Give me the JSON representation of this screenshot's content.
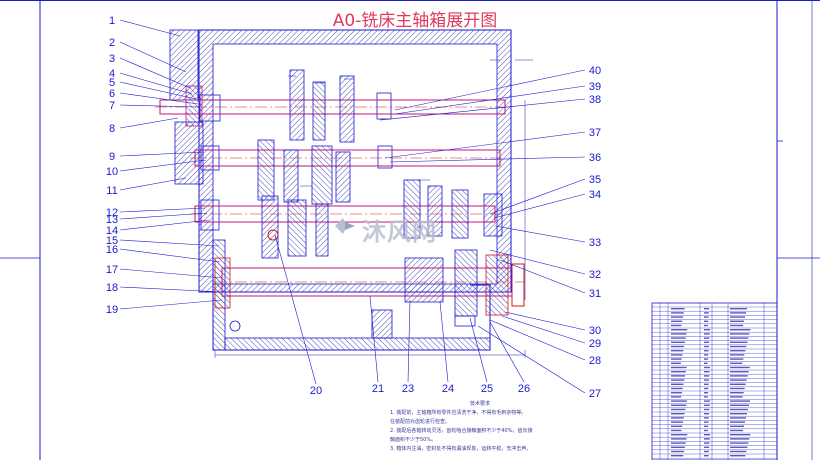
{
  "title": "A0-铣床主轴箱展开图",
  "watermark": "沐风网",
  "left_labels": [
    "1",
    "2",
    "3",
    "4",
    "5",
    "6",
    "7",
    "8",
    "9",
    "10",
    "11",
    "12",
    "13",
    "14",
    "15",
    "16",
    "17",
    "18",
    "19"
  ],
  "right_labels": [
    "40",
    "39",
    "38",
    "37",
    "36",
    "35",
    "34",
    "33",
    "32",
    "31",
    "30",
    "29",
    "28",
    "27"
  ],
  "bottom_labels": [
    "20",
    "21",
    "23",
    "24",
    "25",
    "26"
  ],
  "notes_heading": "技术要求",
  "notes": [
    "1. 装配前，主轴箱所有零件应清洗干净，不得有毛刺杂物等。",
    "   在装配前对齿轮进行检查。",
    "2. 装配后各轴转动灵活，齿轮啮合接触面积不少于40%，齿长接",
    "   触面积不少于50%。",
    "3. 箱体内注油，密封处不得有漏油现象，运转平稳，无冲击声。"
  ],
  "colors": {
    "line": "#1a1ad0",
    "hatch": "#3a3ab0",
    "shaft": "#c0177a",
    "red": "#d01818",
    "green": "#19a030",
    "title": "#e03a5a"
  }
}
